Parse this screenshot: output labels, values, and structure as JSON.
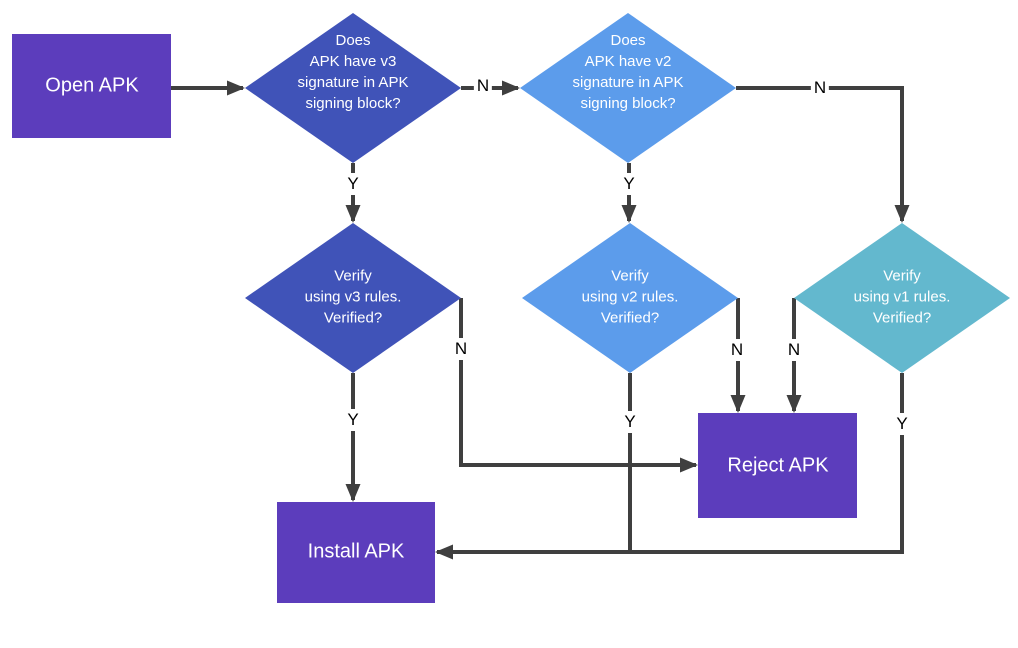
{
  "colors": {
    "background": "#ffffff",
    "process_fill": "#5c3dbc",
    "decision_blue_dark": "#4053b8",
    "decision_blue_light": "#5c9ceb",
    "decision_teal": "#63b8ce",
    "connector": "#3f3f3f",
    "node_text": "#ffffff",
    "edge_label_text": "#000000"
  },
  "nodes": {
    "open_apk": {
      "label": "Open APK"
    },
    "check_v3": {
      "label": "Does\nAPK have v3\nsignature in APK\nsigning block?"
    },
    "check_v2": {
      "label": "Does\nAPK have v2\nsignature in APK\nsigning block?"
    },
    "verify_v3": {
      "label": "Verify\nusing v3 rules.\nVerified?"
    },
    "verify_v2": {
      "label": "Verify\nusing v2 rules.\nVerified?"
    },
    "verify_v1": {
      "label": "Verify\nusing v1 rules.\nVerified?"
    },
    "reject_apk": {
      "label": "Reject APK"
    },
    "install_apk": {
      "label": "Install APK"
    }
  },
  "edge_labels": {
    "check_v3_no": "N",
    "check_v3_yes": "Y",
    "check_v2_no": "N",
    "check_v2_yes": "Y",
    "verify_v3_yes": "Y",
    "verify_v3_no": "N",
    "verify_v2_no": "N",
    "verify_v2_yes": "Y",
    "verify_v1_no": "N",
    "verify_v1_yes": "Y"
  }
}
